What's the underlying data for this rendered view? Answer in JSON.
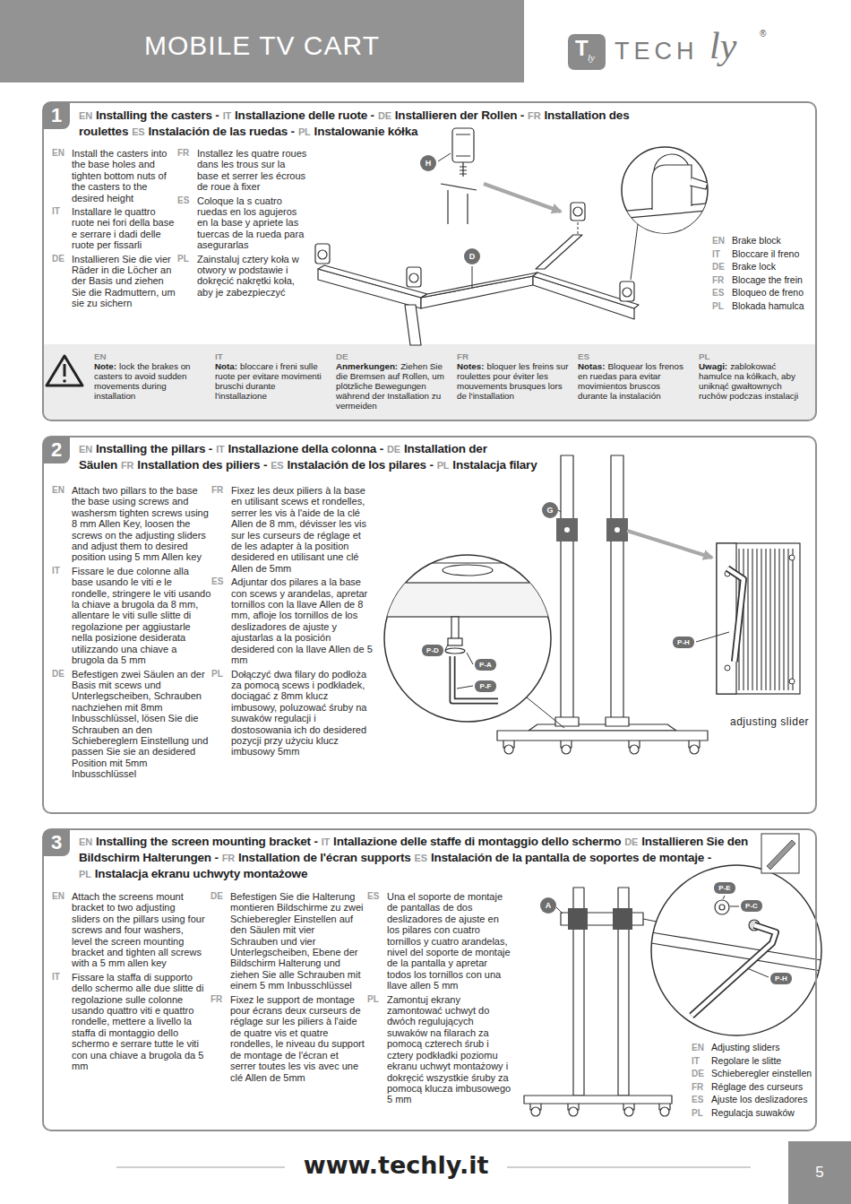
{
  "diagram": {
    "title": "MOBILE TV CART",
    "nodes": [
      {
        "text": [
          "EN",
          "Installing the casters -",
          "IT",
          "Installazione delle ruote -",
          "DE",
          "Installieren der Rollen -",
          "FR",
          "Installation des roulettes",
          "ES",
          "Instalación de las ruedas -",
          "PL",
          "Instalowanie kółka",
          "EN",
          "Install the casters into the base holes and tighten bottom nuts of the casters to the desired height",
          "IT",
          "Installare le quattro ruote nei fori della base e serrare i dadi delle ruote per fissarli",
          "DE",
          "Installieren Sie die vier Räder in die Löcher an der Basis und ziehen Sie die Radmuttern, um sie zu sichern",
          "FR",
          "Installez les quatre roues dans les trous sur la base et serrer les écrous de roue à fixer",
          "ES",
          "Coloque la s cuatro ruedas en los agujeros en la base y apriete las tuercas de la rueda para asegurarlas",
          "PL",
          "Zainstaluj cztery koła w otwory w podstawie i dokręcić nakrętki koła, aby je zabezpieczyć",
          "EN",
          "Brake block",
          "IT",
          "Bloccare il freno",
          "DE",
          "Brake lock",
          "FR",
          "Blocage the frein",
          "ES",
          "Bloqueo de freno",
          "PL",
          "Blokada hamulca"
        ]
      },
      {
        "text": [
          "1"
        ],
        "in": 0
      },
      {
        "text": [
          "H"
        ],
        "in": 0
      },
      {
        "text": [
          "D"
        ],
        "in": 0
      },
      {
        "text": [
          "EN",
          "Note:",
          "lock the brakes on casters to avoid sudden movements during installation",
          "IT",
          "Nota:",
          "bloccare i freni sulle ruote per evitare movimenti bruschi durante l'installazione",
          "DE",
          "Anmerkungen:",
          "Ziehen Sie die Bremsen auf Rollen, um plötzliche Bewegungen während der Installation zu vermeiden",
          "FR",
          "Notes:",
          "bloquer les freins sur roulettes pour éviter les mouvements brusques lors de l'installation",
          "ES",
          "Notas:",
          "Bloquear los frenos en ruedas para evitar movimientos bruscos durante la instalación",
          "PL",
          "Uwagi:",
          "zablokować hamulce na kółkach, aby uniknąć gwałtownych ruchów podczas instalacji"
        ],
        "in": 0
      },
      {
        "text": [
          "EN",
          "Installing the pillars -",
          "IT",
          "Installazione della colonna -",
          "DE",
          "Installation der Säulen",
          "FR",
          "Installation des piliers -",
          "ES",
          "Instalación de los pilares -",
          "PL",
          "Instalacja filary",
          "EN",
          "Attach two pillars to the base the base using screws and washersm tighten screws using 8 mm Allen Key, loosen the screws on the adjusting sliders and adjust them to desired position using 5 mm Allen key",
          "IT",
          "Fissare le due colonne alla base usando le viti e le rondelle, stringere le viti usando la chiave a brugola da 8 mm, allentare le viti sulle slitte di regolazione per aggiustarle nella posizione desiderata utilizzando una chiave a brugola da 5 mm",
          "DE",
          "Befestigen zwei Säulen an der Basis mit scews und Unterlegscheiben, Schrauben nachziehen mit 8mm Inbusschlüssel, lösen Sie die Schrauben an den Schiebereglern Einstellung und passen Sie sie an desidered Position mit 5mm Inbusschlüssel",
          "FR",
          "Fixez les deux piliers à la base en utilisant scews et rondelles, serrer les vis à l'aide de la clé Allen de 8 mm, dévisser les vis sur les curseurs de réglage et de les adapter à la position desidered en utilisant une clé Allen de 5mm",
          "ES",
          "Adjuntar dos pilares a la base con scews y arandelas, apretar tornillos con la llave Allen de 8 mm, afloje los tornillos de los deslizadores de ajuste y ajustarlas a la posición desidered con la llave Allen de 5 mm",
          "PL",
          "Dołączyć dwa filary do podłoża za pomocą scews i podkładek, dociągać z 8mm klucz imbusowy, poluzować śruby na suwaków regulacji i dostosowania ich do desidered pozycji przy użyciu klucz imbusowy 5mm"
        ]
      },
      {
        "text": [
          "2"
        ],
        "in": 5
      },
      {
        "text": [
          "G"
        ],
        "in": 5
      },
      {
        "text": [
          "P-H"
        ],
        "in": 5
      },
      {
        "text": [
          "P-D"
        ],
        "in": 5
      },
      {
        "text": [
          "P-A"
        ],
        "in": 5
      },
      {
        "text": [
          "P-F"
        ],
        "in": 5
      },
      {
        "text": [
          "EN",
          "Installing the screen mounting bracket -",
          "IT",
          "Intallazione delle staffe di montaggio dello schermo",
          "DE",
          "Installieren Sie den Bildschirm Halterungen -",
          "FR",
          "Installation de l'écran supports",
          "ES",
          "Instalación de la pantalla de soportes de montaje -",
          "PL",
          "Instalacja ekranu uchwyty montażowe",
          "EN",
          "Attach the screens mount bracket to two adjusting sliders on the pillars using four screws and four washers, level the screen mounting bracket and tighten all screws with a 5 mm allen key",
          "IT",
          "Fissare la staffa di supporto dello schermo alle due slitte di regolazione sulle colonne usando quattro viti e quattro rondelle, mettere a livello la staffa di montaggio dello schermo e serrare tutte le viti con una chiave a brugola da 5 mm",
          "DE",
          "Befestigen Sie die Halterung montieren Bildschirme zu zwei Schieberegler Einstellen auf den Säulen mit vier Schrauben und vier Unterlegscheiben, Ebene der Bildschirm Halterung und ziehen Sie alle Schrauben mit einem 5 mm Inbusschlüssel",
          "FR",
          "Fixez le support de montage pour écrans deux curseurs de réglage sur les piliers à l'aide de quatre vis et quatre rondelles, le niveau du support de montage de l'écran et serrer toutes les vis avec une clé Allen de 5mm",
          "ES",
          "Una el soporte de montaje de pantallas de dos deslizadores de ajuste en los pilares con cuatro tornillos y cuatro arandelas, nivel del soporte de montaje de la pantalla y apretar todos los tornillos con una llave allen 5 mm",
          "PL",
          "Zamontuj ekrany zamontować uchwyt do dwóch regulujących suwaków na filarach za pomocą czterech śrub i cztery podkładki poziomu ekranu uchwyt montażowy i dokręcić wszystkie śruby za pomocą klucza imbusowego 5 mm",
          "EN",
          "Adjusting sliders",
          "IT",
          "Regolare le slitte",
          "DE",
          "Schieberegler einstellen",
          "FR",
          "Réglage des curseurs",
          "ES",
          "Ajuste los deslizadores",
          "PL",
          "Regulacja suwaków"
        ]
      },
      {
        "text": [
          "3"
        ],
        "in": 12
      },
      {
        "text": [
          "A"
        ],
        "in": 12
      },
      {
        "text": [
          "P-E"
        ],
        "in": 12
      },
      {
        "text": [
          "P-C"
        ],
        "in": 12
      },
      {
        "text": [
          "P-H"
        ],
        "in": 12
      },
      {
        "text": [
          "5"
        ]
      }
    ],
    "labels": [
      "T",
      "ly",
      "TECH",
      "ly",
      "®",
      "adjusting slider",
      "www.techly.it"
    ]
  }
}
